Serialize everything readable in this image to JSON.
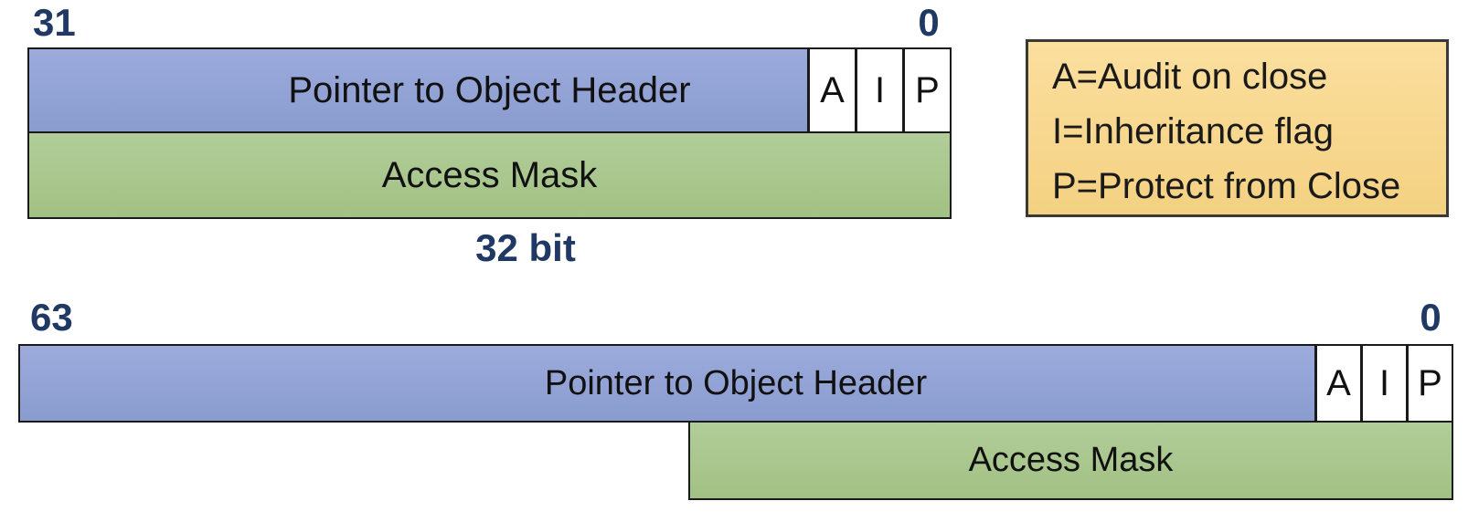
{
  "colors": {
    "navy_label": "#1F3864",
    "pointer_fill": "#93A3D4",
    "access_fill": "#A9C78F",
    "flag_fill": "#FFFFFF",
    "legend_fill": "#F8D992",
    "border": "#1A1A1A"
  },
  "entry32": {
    "high_bit_label": "31",
    "low_bit_label": "0",
    "pointer_label": "Pointer to Object Header",
    "flags": [
      "A",
      "I",
      "P"
    ],
    "access_mask_label": "Access Mask",
    "caption": "32 bit"
  },
  "entry64": {
    "high_bit_label": "63",
    "low_bit_label": "0",
    "pointer_label": "Pointer to Object Header",
    "flags": [
      "A",
      "I",
      "P"
    ],
    "access_mask_label": "Access Mask"
  },
  "legend": {
    "lines": [
      "A=Audit on close",
      "I=Inheritance flag",
      "P=Protect from Close"
    ]
  }
}
